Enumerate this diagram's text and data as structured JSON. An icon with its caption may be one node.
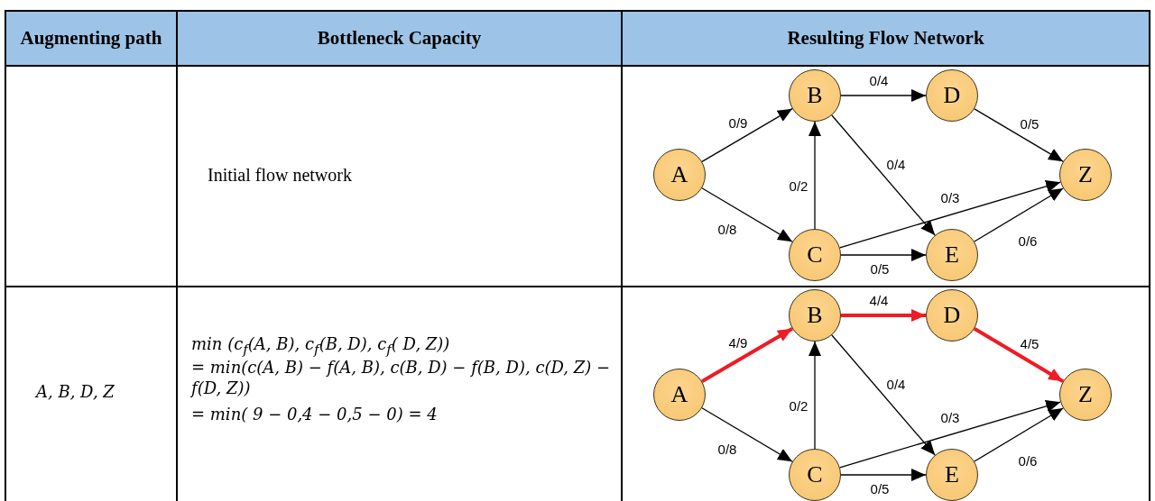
{
  "diagram": {
    "nodes": [
      {
        "text": [
          "A"
        ]
      },
      {
        "text": [
          "B"
        ]
      },
      {
        "text": [
          "C"
        ]
      },
      {
        "text": [
          "D"
        ]
      },
      {
        "text": [
          "E"
        ]
      },
      {
        "text": [
          "Z"
        ]
      },
      {
        "text": [
          "A"
        ]
      },
      {
        "text": [
          "B"
        ]
      },
      {
        "text": [
          "C"
        ]
      },
      {
        "text": [
          "D"
        ]
      },
      {
        "text": [
          "E"
        ]
      },
      {
        "text": [
          "Z"
        ]
      }
    ],
    "edges": [
      {
        "from": 0,
        "to": 1,
        "arrow": "to",
        "label": "0/9"
      },
      {
        "from": 0,
        "to": 2,
        "arrow": "to",
        "label": "0/8"
      },
      {
        "from": 1,
        "to": 3,
        "arrow": "to",
        "label": "0/4"
      },
      {
        "from": 1,
        "to": 4,
        "arrow": "to",
        "label": "0/4"
      },
      {
        "from": 2,
        "to": 1,
        "arrow": "to",
        "label": "0/2"
      },
      {
        "from": 2,
        "to": 5,
        "arrow": "to",
        "label": "0/3"
      },
      {
        "from": 2,
        "to": 4,
        "arrow": "to",
        "label": "0/5"
      },
      {
        "from": 3,
        "to": 5,
        "arrow": "to",
        "label": "0/5"
      },
      {
        "from": 4,
        "to": 5,
        "arrow": "to",
        "label": "0/6"
      },
      {
        "from": 6,
        "to": 7,
        "arrow": "to",
        "label": "4/9",
        "style": "thick",
        "color": "#ee1c25"
      },
      {
        "from": 6,
        "to": 8,
        "arrow": "to",
        "label": "0/8"
      },
      {
        "from": 7,
        "to": 9,
        "arrow": "to",
        "label": "4/4",
        "style": "thick",
        "color": "#ee1c25"
      },
      {
        "from": 7,
        "to": 10,
        "arrow": "to",
        "label": "0/4"
      },
      {
        "from": 8,
        "to": 7,
        "arrow": "to",
        "label": "0/2"
      },
      {
        "from": 8,
        "to": 11,
        "arrow": "to",
        "label": "0/3"
      },
      {
        "from": 8,
        "to": 10,
        "arrow": "to",
        "label": "0/5"
      },
      {
        "from": 9,
        "to": 11,
        "arrow": "to",
        "label": "4/5",
        "style": "thick",
        "color": "#ee1c25"
      },
      {
        "from": 10,
        "to": 11,
        "arrow": "to",
        "label": "0/6"
      }
    ],
    "labels": [
      "Augmenting path",
      "Bottleneck Capacity",
      "Resulting Flow Network",
      "Initial flow network",
      "A, B, D, Z",
      "min (c$_{f}$(A, B), c$_{f}$(B, D), c$_{f}$( D, Z))",
      "= min(c(A, B) − f(A, B), c(B, D) − f(B, D),  c(D, Z) − f(D, Z))",
      "= min( 9 − 0,4 − 0,5 − 0) = 4"
    ]
  }
}
